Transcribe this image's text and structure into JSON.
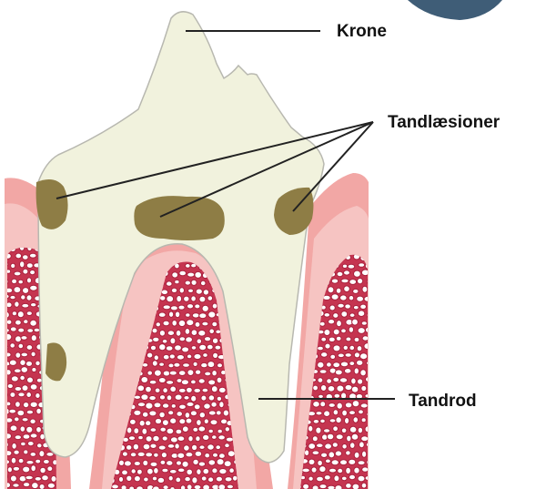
{
  "labels": {
    "crown": "Krone",
    "lesions": "Tandlæsioner",
    "root": "Tandrod"
  },
  "colors": {
    "enamel": "#f1f2dd",
    "enamel_outline": "#b8b8b0",
    "gum_outer": "#f2a7a5",
    "gum_inner": "#f6c4c2",
    "bone_fill": "#c53550",
    "bone_cell_fill": "#ffffff",
    "bone_cell_stroke": "#a8213d",
    "lesion": "#8e7d45",
    "badge": "#3f5d77"
  }
}
